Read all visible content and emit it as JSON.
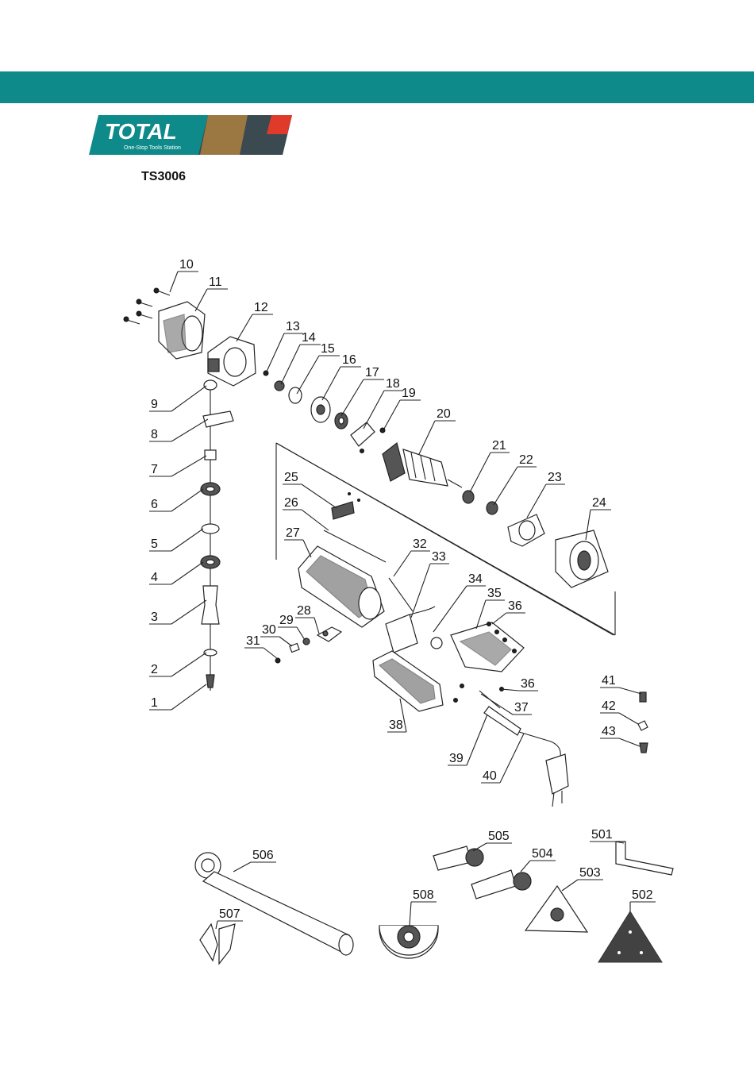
{
  "header": {
    "brand": "TOTAL",
    "tagline": "One-Stop Tools Station",
    "model": "TS3006",
    "bar_color": "#0f8a8a",
    "logo_bg": "#0f8a8a",
    "logo_accent": "#e03a2a"
  },
  "callouts": [
    "10",
    "11",
    "12",
    "13",
    "14",
    "15",
    "16",
    "17",
    "18",
    "19",
    "20",
    "21",
    "22",
    "23",
    "24",
    "9",
    "8",
    "7",
    "6",
    "5",
    "4",
    "3",
    "2",
    "1",
    "25",
    "26",
    "27",
    "32",
    "33",
    "34",
    "35",
    "36",
    "28",
    "29",
    "30",
    "31",
    "36",
    "37",
    "38",
    "39",
    "40",
    "41",
    "42",
    "43",
    "505",
    "501",
    "506",
    "504",
    "503",
    "508",
    "502",
    "507"
  ]
}
